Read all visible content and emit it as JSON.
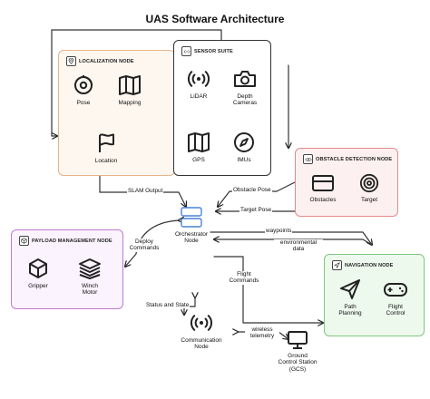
{
  "title": "UAS Software Architecture",
  "nodes": {
    "localization": {
      "title": "LOCALIZATION NODE",
      "items": [
        "Pose",
        "Mapping",
        "Location"
      ]
    },
    "sensor": {
      "title": "SENSOR SUITE",
      "items": [
        "LiDAR",
        "Depth Cameras",
        "GPS",
        "IMUs"
      ]
    },
    "obstacle": {
      "title": "OBSTACLE DETECTION NODE",
      "items": [
        "Obstacles",
        "Target"
      ]
    },
    "payload": {
      "title": "PAYLOAD MANAGEMENT NODE",
      "items": [
        "Gripper",
        "Winch Motor"
      ]
    },
    "navigation": {
      "title": "NAVIGATION NODE",
      "items": [
        "Path Planning",
        "Flight Control"
      ]
    },
    "orchestrator": "Orchestrator Node",
    "communication": "Communication Node",
    "gcs": "Ground Control Station (GCS)"
  },
  "edges": {
    "slam_output": "SLAM Output",
    "obstacle_pose": "Obstacle Pose",
    "target_pose": "Target Pose",
    "deploy_commands": "Deploy Commands",
    "waypoints": "waypoints",
    "environmental_data": "environmental data",
    "flight_commands": "Flight Commands",
    "status_and_state": "Status and State",
    "wireless_telemetry": "wireless telemetry"
  },
  "colors": {
    "localization_border": "#e6b48a",
    "localization_fill": "#fdf7ef",
    "sensor_border": "#333333",
    "sensor_fill": "#ffffff",
    "obstacle_border": "#e58a8a",
    "obstacle_fill": "#fdf0f0",
    "payload_border": "#c07ad0",
    "payload_fill": "#fbf3fd",
    "navigation_border": "#7fc77f",
    "navigation_fill": "#eef9ee",
    "orchestrator_accent": "#4a82d8"
  },
  "icons": [
    "location-pin-icon",
    "radio-waves-icon",
    "pose-icon",
    "map-icon",
    "flag-icon",
    "lidar-icon",
    "camera-icon",
    "gps-map-icon",
    "compass-icon",
    "obstacle-box-icon",
    "target-icon",
    "cube-icon",
    "stack-icon",
    "send-icon",
    "gamepad-icon",
    "broadcast-icon",
    "monitor-icon",
    "orchestrator-stack-icon"
  ]
}
